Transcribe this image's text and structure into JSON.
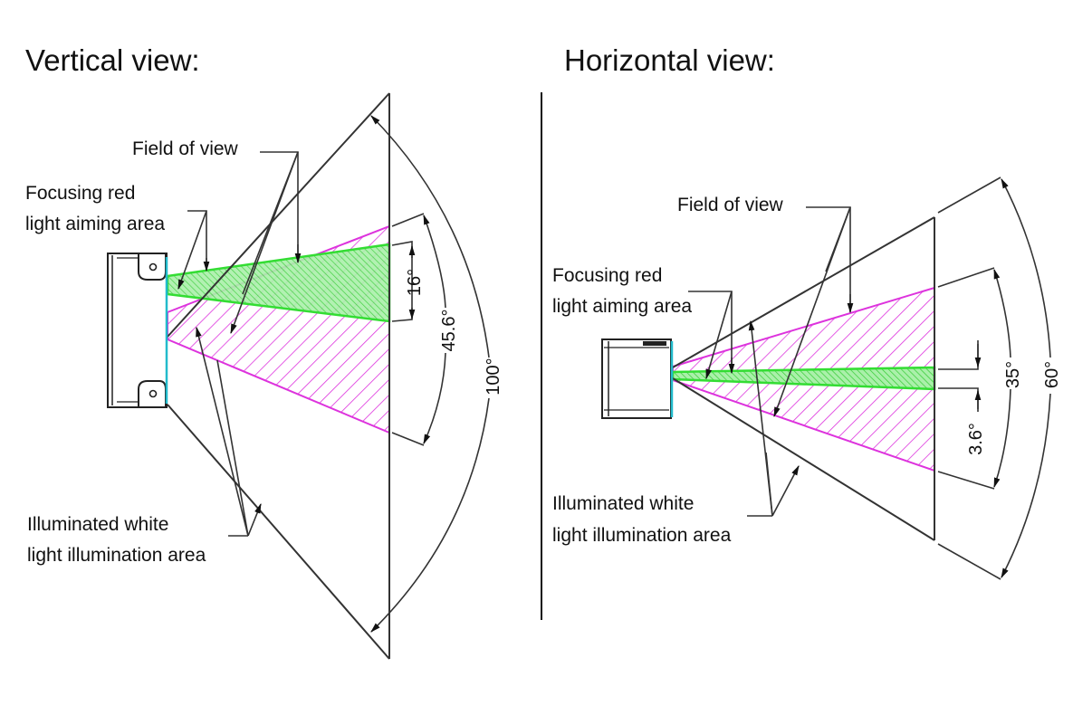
{
  "panels": [
    {
      "id": "vertical",
      "title": "Vertical view:",
      "labels": {
        "field_of_view": "Field of view",
        "aiming_line1": "Focusing red",
        "aiming_line2": "light aiming area",
        "illum_line1": "Illuminated white",
        "illum_line2": "light illumination area"
      },
      "angles": {
        "aiming": "16°",
        "illumination": "45.6°",
        "field_of_view": "100°"
      }
    },
    {
      "id": "horizontal",
      "title": "Horizontal view:",
      "labels": {
        "field_of_view": "Field of view",
        "aiming_line1": "Focusing red",
        "aiming_line2": "light aiming area",
        "illum_line1": "Illuminated white",
        "illum_line2": "light illumination area"
      },
      "angles": {
        "aiming": "3.6°",
        "illumination": "35°",
        "field_of_view": "60°"
      }
    }
  ],
  "colors": {
    "aiming_area": "#33dd33",
    "illumination_area": "#dd33dd",
    "device_front": "#22bbcc",
    "lines": "#333333"
  }
}
